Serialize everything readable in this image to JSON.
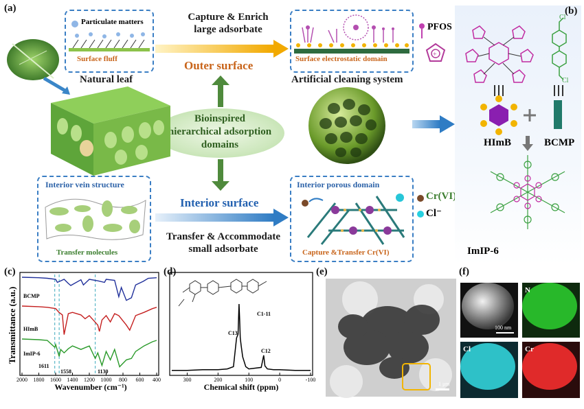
{
  "panel_a": {
    "label": "(a)",
    "natural_leaf": "Natural leaf",
    "particulate_matters": "Particulate matters",
    "surface_fluff": "Surface fluff",
    "capture_enrich_line1": "Capture & Enrich",
    "capture_enrich_line2": "large adsorbate",
    "outer_surface": "Outer surface",
    "surface_electrostatic": "Surface electrostatic domain",
    "pfos": "PFOS",
    "artificial_system": "Artificial cleaning system",
    "bioinspired_line1": "Bioinspired",
    "bioinspired_line2": "hierarchical adsorption",
    "bioinspired_line3": "domains",
    "interior_vein": "Interior vein structure",
    "transfer_molecules": "Transfer molecules",
    "interior_surface": "Interior surface",
    "transfer_line1": "Transfer & Accommodate",
    "transfer_line2": "small adsorbate",
    "interior_porous": "Interior porous domain",
    "capture_transfer_cr": "Capture &Transfer Cr(VI)",
    "cr_vi": "Cr(VI)",
    "cl_minus": "Cl⁻"
  },
  "panel_b": {
    "label": "(b)",
    "himb": "HImB",
    "bcmp": "BCMP",
    "imip6": "ImIP-6",
    "cl_top": "Cl",
    "cl_bottom": "Cl"
  },
  "panel_c": {
    "label": "(c)",
    "ylabel": "Transmittance (a.u.)",
    "xlabel": "Wavenumber (cm⁻¹)",
    "ticks": [
      "2000",
      "1800",
      "1600",
      "1400",
      "1200",
      "1000",
      "800",
      "600",
      "400"
    ],
    "series_bcmp": "BCMP",
    "series_himb": "HImB",
    "series_imip6": "ImIP-6",
    "ann_1611": "1611",
    "ann_1558": "1558",
    "ann_1130": "1130",
    "colors": {
      "bcmp": "#1f2f9a",
      "himb": "#c41e1e",
      "imip6": "#2a9a2a",
      "guide": "#5bb7c7"
    }
  },
  "panel_d": {
    "label": "(d)",
    "xlabel": "Chemical shift (ppm)",
    "ticks": [
      "300",
      "200",
      "100",
      "0",
      "-100"
    ],
    "ann_c111": "C1-11",
    "ann_c13": "C13",
    "ann_c12": "C12"
  },
  "panel_e": {
    "label": "(e)",
    "scale_bar": "1 μm"
  },
  "panel_f": {
    "label": "(f)",
    "scale_bar": "100 nm",
    "map_n": "N",
    "map_cl": "Cl",
    "map_cr": "Cr"
  },
  "chart_data": [
    {
      "type": "line",
      "title": "",
      "xlabel": "Wavenumber (cm⁻¹)",
      "ylabel": "Transmittance (a.u.)",
      "xlim": [
        2000,
        400
      ],
      "series": [
        {
          "name": "BCMP",
          "x": [
            2000,
            1800,
            1700,
            1600,
            1580,
            1500,
            1450,
            1420,
            1300,
            1270,
            1200,
            1100,
            1020,
            1000,
            900,
            850,
            820,
            760,
            700,
            650,
            560,
            500,
            400
          ],
          "y": [
            1.0,
            0.99,
            0.98,
            0.96,
            0.9,
            0.96,
            0.88,
            0.84,
            0.95,
            0.85,
            0.96,
            0.93,
            0.9,
            0.96,
            0.94,
            0.62,
            0.8,
            0.55,
            0.6,
            0.85,
            0.92,
            0.98,
            0.99
          ]
        },
        {
          "name": "HImB",
          "x": [
            2000,
            1800,
            1700,
            1600,
            1560,
            1520,
            1500,
            1450,
            1400,
            1300,
            1250,
            1200,
            1100,
            1080,
            1050,
            1000,
            950,
            900,
            850,
            760,
            720,
            650,
            550,
            450,
            400
          ],
          "y": [
            1.0,
            0.99,
            0.98,
            0.96,
            0.9,
            0.86,
            0.55,
            0.88,
            0.9,
            0.86,
            0.8,
            0.85,
            0.7,
            0.6,
            0.78,
            0.85,
            0.75,
            0.88,
            0.85,
            0.7,
            0.62,
            0.85,
            0.9,
            0.96,
            0.98
          ]
        },
        {
          "name": "ImIP-6",
          "x": [
            2000,
            1800,
            1700,
            1611,
            1600,
            1558,
            1540,
            1500,
            1450,
            1400,
            1300,
            1200,
            1130,
            1100,
            1050,
            1000,
            950,
            900,
            840,
            760,
            700,
            650,
            550,
            450,
            400
          ],
          "y": [
            1.0,
            0.99,
            0.98,
            0.88,
            0.92,
            0.75,
            0.85,
            0.8,
            0.86,
            0.9,
            0.85,
            0.9,
            0.72,
            0.8,
            0.62,
            0.82,
            0.7,
            0.85,
            0.6,
            0.7,
            0.72,
            0.82,
            0.9,
            0.96,
            0.98
          ]
        }
      ]
    },
    {
      "type": "line",
      "title": "",
      "xlabel": "Chemical shift (ppm)",
      "ylabel": "",
      "xlim": [
        350,
        -100
      ],
      "series": [
        {
          "name": "",
          "x": [
            350,
            300,
            250,
            200,
            170,
            150,
            140,
            135,
            132,
            130,
            128,
            125,
            120,
            110,
            100,
            80,
            60,
            52,
            48,
            40,
            20,
            0,
            -50,
            -100
          ],
          "y": [
            0.02,
            0.02,
            0.03,
            0.03,
            0.04,
            0.07,
            0.45,
            0.5,
            0.9,
            0.7,
            0.45,
            0.35,
            0.2,
            0.07,
            0.04,
            0.05,
            0.06,
            0.22,
            0.08,
            0.04,
            0.03,
            0.03,
            0.02,
            0.02
          ]
        }
      ]
    }
  ]
}
